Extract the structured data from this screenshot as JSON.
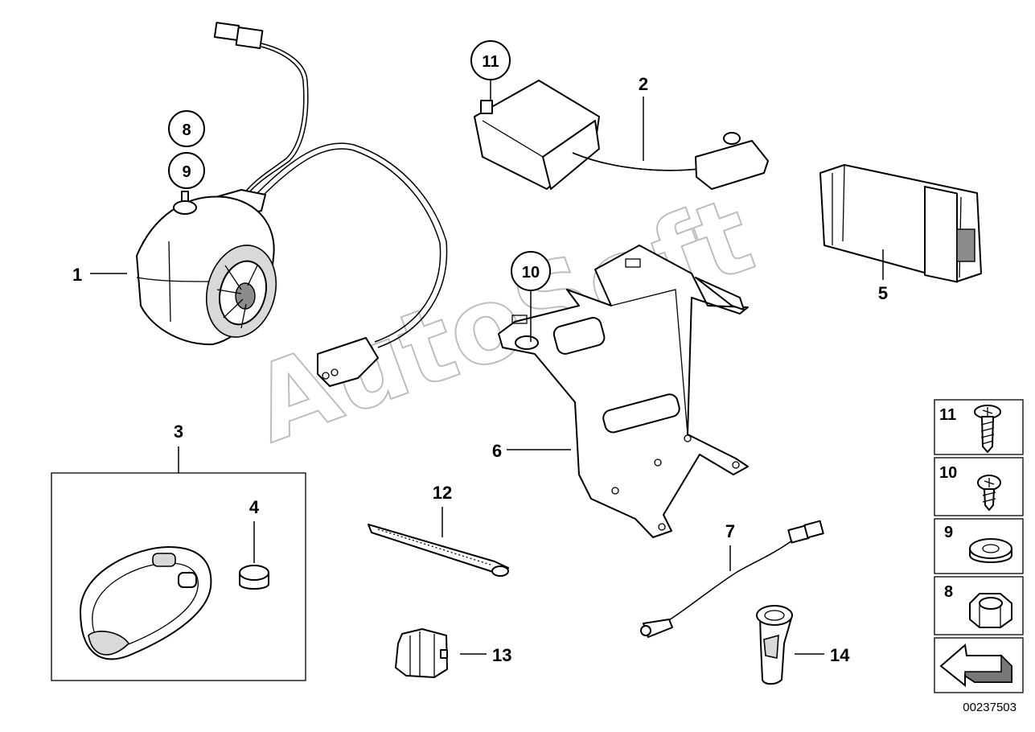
{
  "labels": {
    "p1": "1",
    "p2": "2",
    "p3": "3",
    "p4": "4",
    "p5": "5",
    "p6": "6",
    "p7": "7",
    "p12": "12",
    "p13": "13",
    "p14": "14"
  },
  "circled": {
    "c8": "8",
    "c9": "9",
    "c10": "10",
    "c11": "11"
  },
  "legend": {
    "l11": "11",
    "l10": "10",
    "l9": "9",
    "l8": "8"
  },
  "watermark": "AutoSoft",
  "diagram_number": "00237503"
}
